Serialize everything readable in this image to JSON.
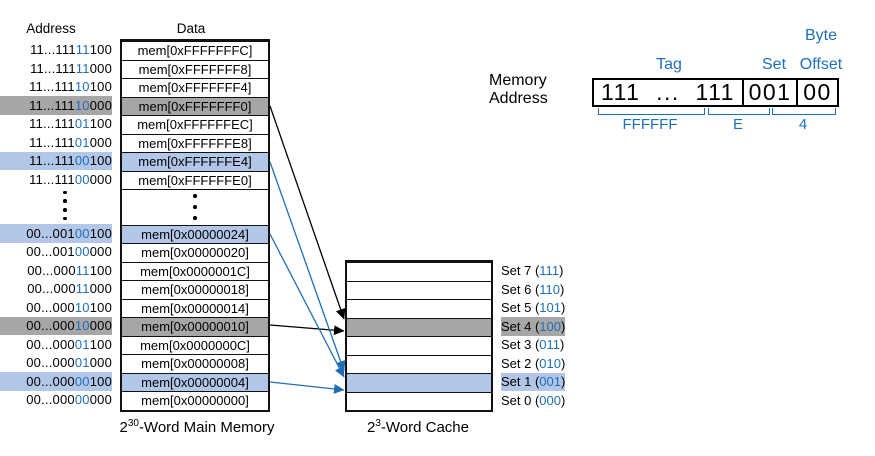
{
  "colors": {
    "accent_blue": "#1e6fb8",
    "highlight_blue": "#b2c7e8",
    "highlight_gray": "#a6a6a6"
  },
  "headers": {
    "address": "Address",
    "data": "Data"
  },
  "memory": {
    "top_rows": [
      {
        "pre": "11...111",
        "set": "11",
        "suf": "100",
        "data": "mem[0xFFFFFFFC]",
        "hl": ""
      },
      {
        "pre": "11...111",
        "set": "11",
        "suf": "000",
        "data": "mem[0xFFFFFFF8]",
        "hl": ""
      },
      {
        "pre": "11...111",
        "set": "10",
        "suf": "100",
        "data": "mem[0xFFFFFFF4]",
        "hl": ""
      },
      {
        "pre": "11...111",
        "set": "10",
        "suf": "000",
        "data": "mem[0xFFFFFFF0]",
        "hl": "gray"
      },
      {
        "pre": "11...111",
        "set": "01",
        "suf": "100",
        "data": "mem[0xFFFFFFEC]",
        "hl": ""
      },
      {
        "pre": "11...111",
        "set": "01",
        "suf": "000",
        "data": "mem[0xFFFFFFE8]",
        "hl": ""
      },
      {
        "pre": "11...111",
        "set": "00",
        "suf": "100",
        "data": "mem[0xFFFFFFE4]",
        "hl": "blue"
      },
      {
        "pre": "11...111",
        "set": "00",
        "suf": "000",
        "data": "mem[0xFFFFFFE0]",
        "hl": ""
      }
    ],
    "bottom_rows": [
      {
        "pre": "00...001",
        "set": "00",
        "suf": "100",
        "data": "mem[0x00000024]",
        "hl": "blue"
      },
      {
        "pre": "00...001",
        "set": "00",
        "suf": "000",
        "data": "mem[0x00000020]",
        "hl": ""
      },
      {
        "pre": "00...000",
        "set": "11",
        "suf": "100",
        "data": "mem[0x0000001C]",
        "hl": ""
      },
      {
        "pre": "00...000",
        "set": "11",
        "suf": "000",
        "data": "mem[0x00000018]",
        "hl": ""
      },
      {
        "pre": "00...000",
        "set": "10",
        "suf": "100",
        "data": "mem[0x00000014]",
        "hl": ""
      },
      {
        "pre": "00...000",
        "set": "10",
        "suf": "000",
        "data": "mem[0x00000010]",
        "hl": "gray"
      },
      {
        "pre": "00...000",
        "set": "01",
        "suf": "100",
        "data": "mem[0x0000000C]",
        "hl": ""
      },
      {
        "pre": "00...000",
        "set": "01",
        "suf": "000",
        "data": "mem[0x00000008]",
        "hl": ""
      },
      {
        "pre": "00...000",
        "set": "00",
        "suf": "100",
        "data": "mem[0x00000004]",
        "hl": "blue"
      },
      {
        "pre": "00...000",
        "set": "00",
        "suf": "000",
        "data": "mem[0x00000000]",
        "hl": ""
      }
    ],
    "caption": {
      "base": "2",
      "exp": "30",
      "rest": "-Word Main Memory"
    }
  },
  "cache": {
    "sets": [
      {
        "pre": "Set 7 (",
        "bits": "111",
        "suf": ")",
        "hl": ""
      },
      {
        "pre": "Set 6 (",
        "bits": "110",
        "suf": ")",
        "hl": ""
      },
      {
        "pre": "Set 5 (",
        "bits": "101",
        "suf": ")",
        "hl": ""
      },
      {
        "pre": "Set 4 (",
        "bits": "100",
        "suf": ")",
        "hl": "gray"
      },
      {
        "pre": "Set 3 (",
        "bits": "011",
        "suf": ")",
        "hl": ""
      },
      {
        "pre": "Set 2 (",
        "bits": "010",
        "suf": ")",
        "hl": ""
      },
      {
        "pre": "Set 1 (",
        "bits": "001",
        "suf": ")",
        "hl": "blue"
      },
      {
        "pre": "Set 0 (",
        "bits": "000",
        "suf": ")",
        "hl": ""
      }
    ],
    "caption": {
      "base": "2",
      "exp": "3",
      "rest": "-Word Cache"
    }
  },
  "field": {
    "label_line1": "Memory",
    "label_line2": "Address",
    "byte_label": "Byte",
    "tag_label": "Tag",
    "set_label": "Set",
    "offset_label": "Offset",
    "tag_left": "111",
    "tag_dots": "...",
    "tag_right": "111",
    "set_bits": "001",
    "offset_bits": "00",
    "hex_tag": "FFFFFF",
    "hex_mid": "E",
    "hex_low": "4"
  }
}
